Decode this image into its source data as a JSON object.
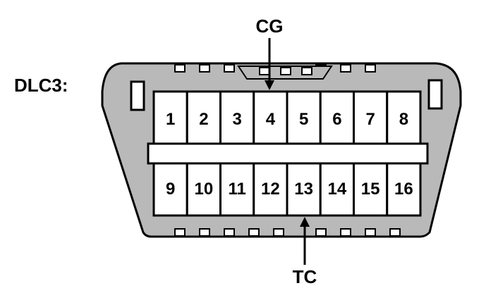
{
  "connector": {
    "name": "DLC3:",
    "body_color": "#b9b9b9",
    "pin_color": "#ffffff",
    "line_color": "#000000"
  },
  "top_row": [
    {
      "pin": "1"
    },
    {
      "pin": "2"
    },
    {
      "pin": "3"
    },
    {
      "pin": "4"
    },
    {
      "pin": "5"
    },
    {
      "pin": "6"
    },
    {
      "pin": "7"
    },
    {
      "pin": "8"
    }
  ],
  "bottom_row": [
    {
      "pin": "9"
    },
    {
      "pin": "10"
    },
    {
      "pin": "11"
    },
    {
      "pin": "12"
    },
    {
      "pin": "13"
    },
    {
      "pin": "14"
    },
    {
      "pin": "15"
    },
    {
      "pin": "16"
    }
  ],
  "callouts": {
    "cg": {
      "label": "CG",
      "pin": "4"
    },
    "tc": {
      "label": "TC",
      "pin": "13"
    }
  }
}
